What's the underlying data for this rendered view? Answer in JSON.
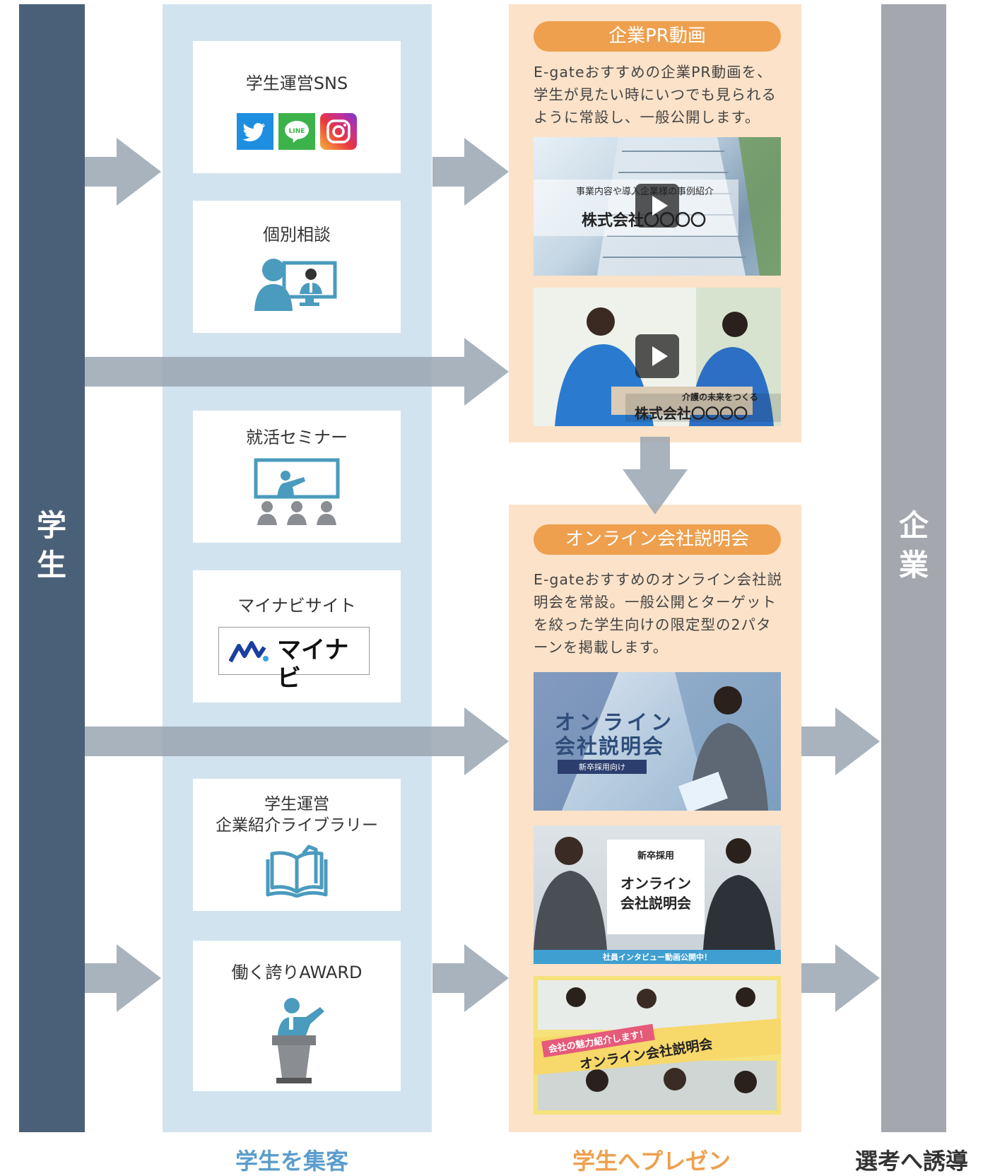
{
  "student_label": "学\n生",
  "company_label": "企\n業",
  "channels": [
    {
      "title": "学生運営SNS",
      "icons": [
        "twitter-icon",
        "line-icon",
        "instagram-icon"
      ],
      "line_text": "LINE"
    },
    {
      "title": "個別相談",
      "icon": "consultation-icon"
    },
    {
      "title": "就活セミナー",
      "icon": "seminar-icon"
    },
    {
      "title": "マイナビサイト",
      "logo_text": "マイナビ",
      "icon": "mynavi-logo"
    },
    {
      "title": "学生運営\n企業紹介ライブラリー",
      "icon": "book-icon"
    },
    {
      "title": "働く誇りAWARD",
      "icon": "podium-speaker-icon"
    }
  ],
  "pr_video": {
    "heading": "企業PR動画",
    "description": "E-gateおすすめの企業PR動画を、学生が見たい時にいつでも見られるように常設し、一般公開します。",
    "thumb1": {
      "caption": "事業内容や導入企業様の事例紹介",
      "company": "株式会社〇〇〇〇"
    },
    "thumb2": {
      "caption": "介護の未来をつくる",
      "company": "株式会社〇〇〇〇"
    }
  },
  "online_briefing": {
    "heading": "オンライン会社説明会",
    "description": "E-gateおすすめのオンライン会社説明会を常設。一般公開とターゲットを絞った学生向けの限定型の2パターンを掲載します。",
    "thumb1": {
      "line1": "オンライン",
      "line2": "会社説明会",
      "tag": "新卒採用向け"
    },
    "thumb2": {
      "top": "新卒採用",
      "line1": "オンライン",
      "line2": "会社説明会",
      "banner": "社員インタビュー動画公開中！"
    },
    "thumb3": {
      "ribbon": "会社の魅力紹介します！",
      "title": "オンライン会社説明会"
    }
  },
  "bottom_labels": {
    "attract": "学生を集客",
    "present": "学生へプレゼン",
    "guide": "選考へ誘導"
  },
  "colors": {
    "student_bar": "#4a6078",
    "company_bar": "#a4a7ad",
    "blue_column": "#d2e3f0",
    "orange_column": "#fbe2c8",
    "pill": "#eea04e",
    "arrow": "#9aa6b2",
    "label_blue": "#5b9dcc",
    "label_orange": "#eea04e",
    "label_dark": "#333333"
  }
}
